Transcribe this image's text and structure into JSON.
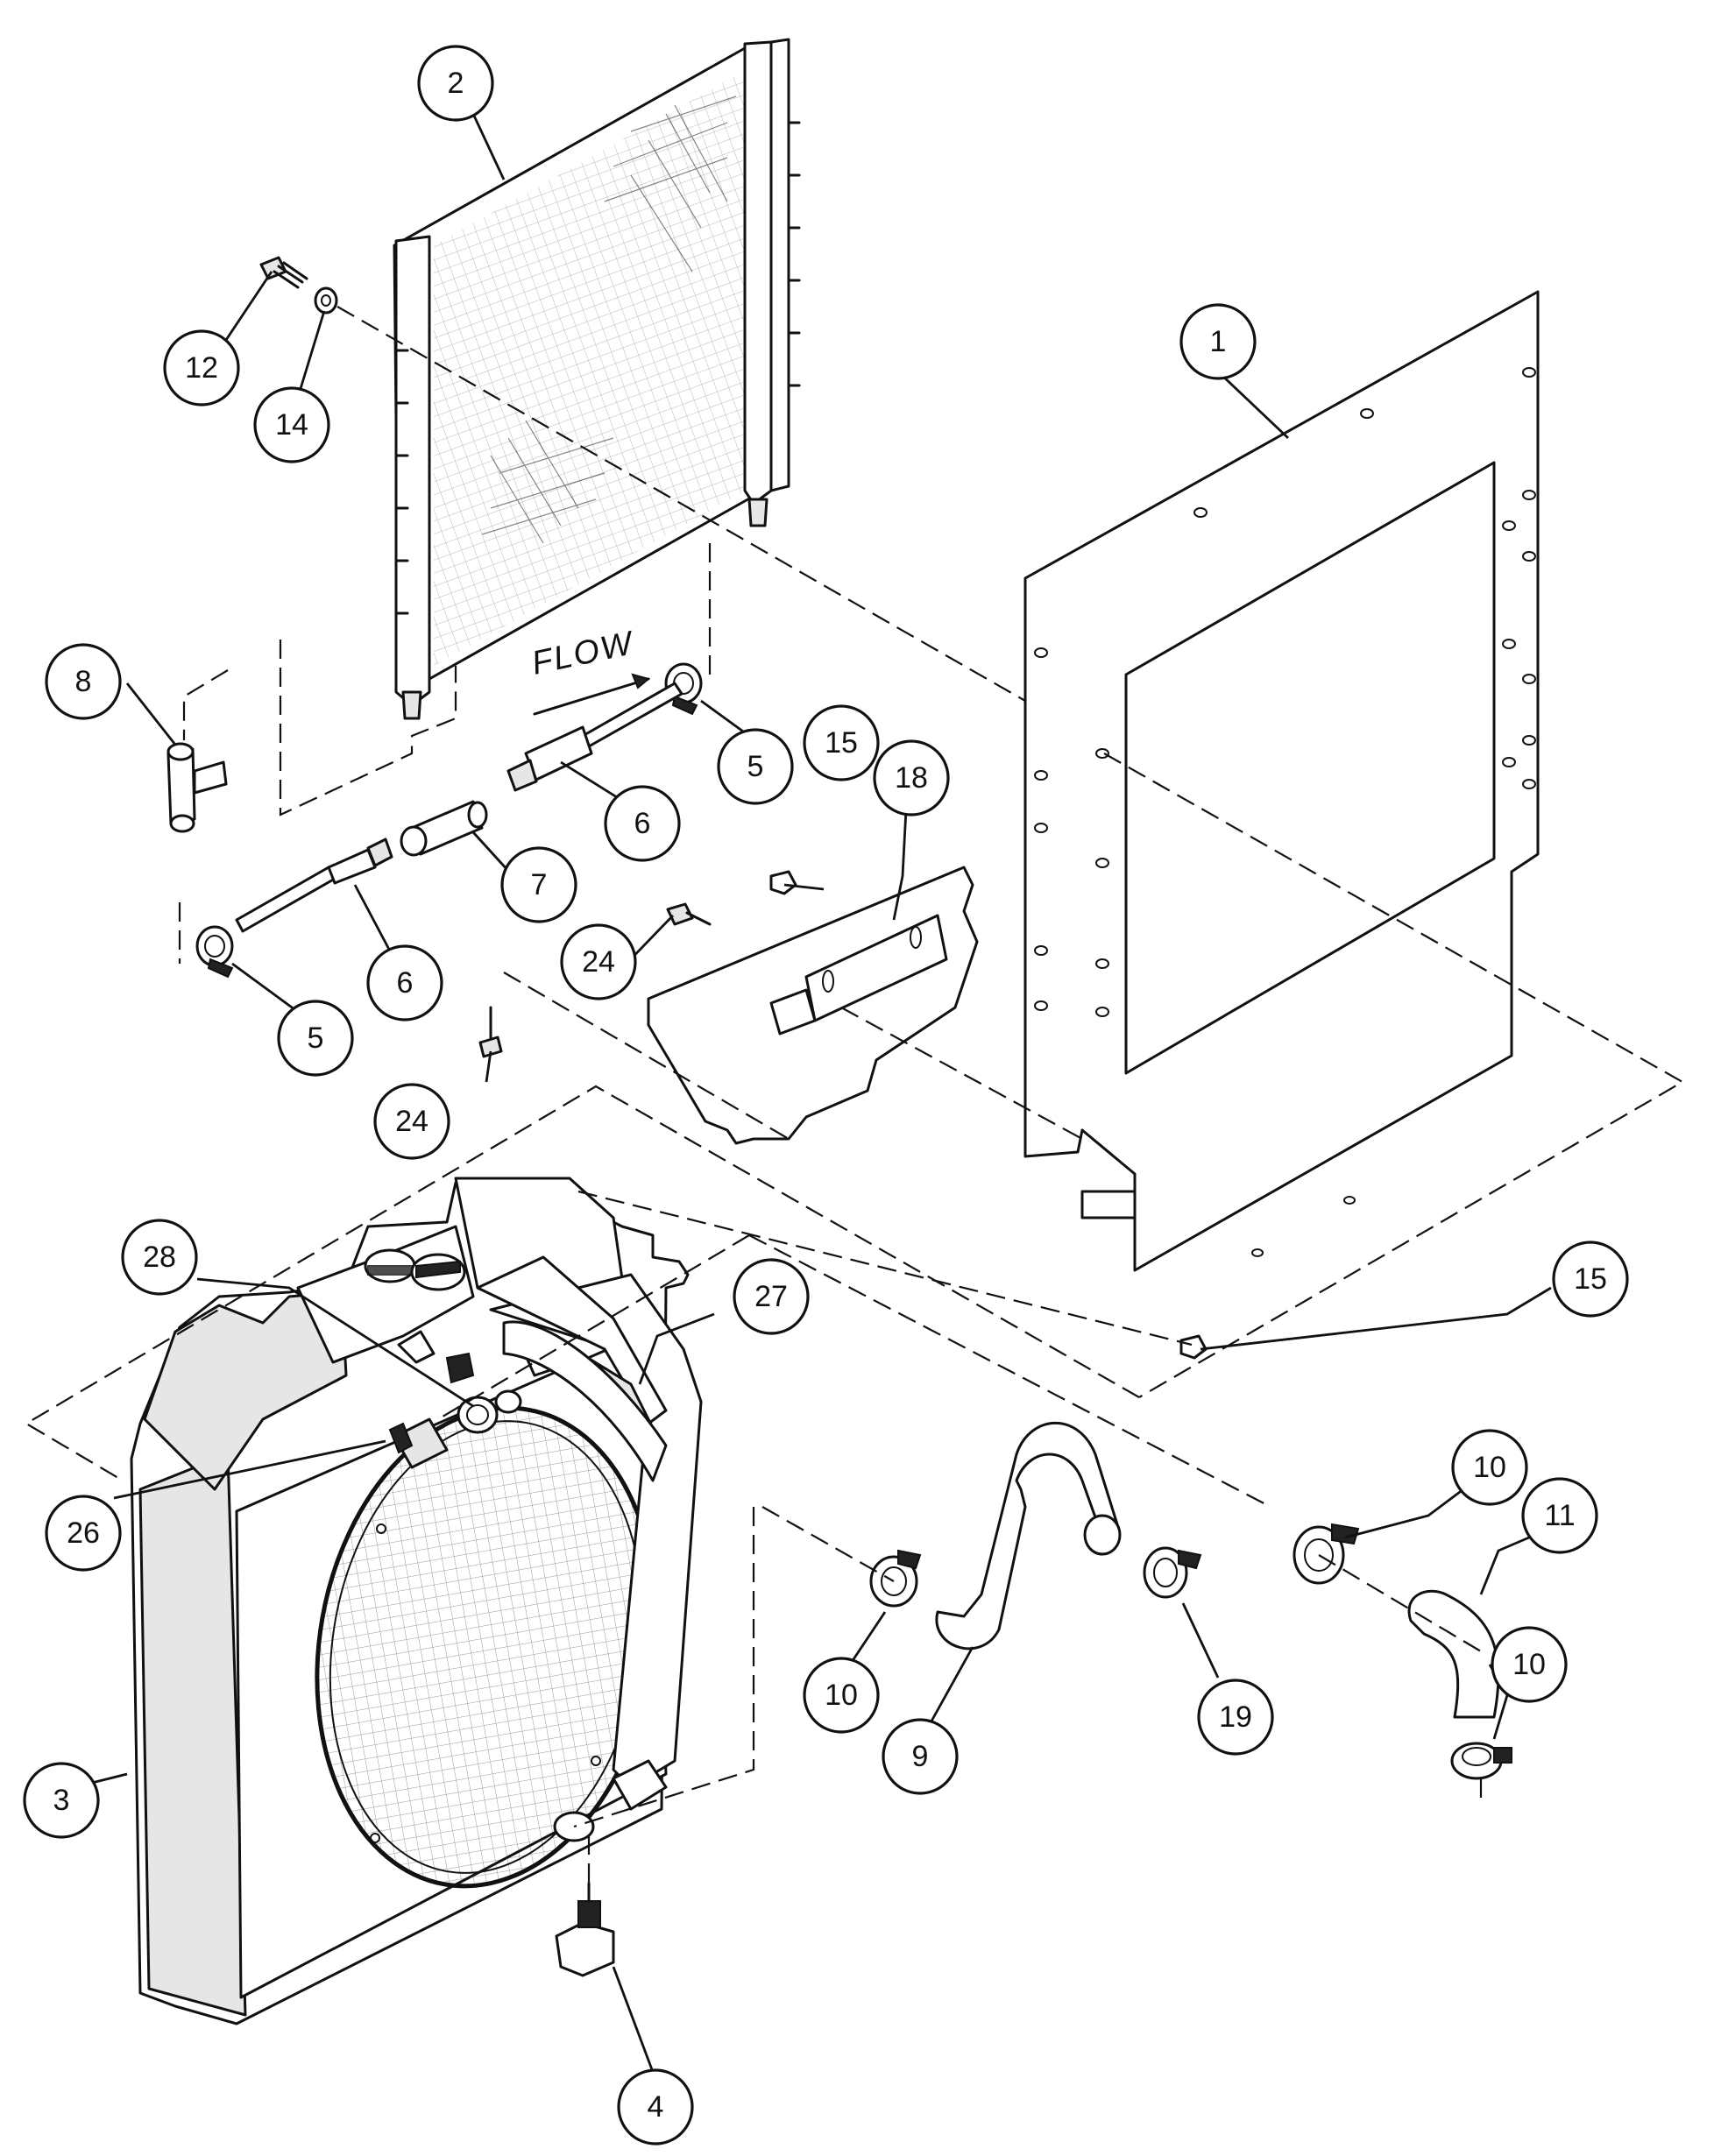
{
  "diagram": {
    "flow_label": "FLOW",
    "callouts": [
      {
        "id": "c1",
        "label": "1"
      },
      {
        "id": "c2",
        "label": "2"
      },
      {
        "id": "c3",
        "label": "3"
      },
      {
        "id": "c4",
        "label": "4"
      },
      {
        "id": "c5a",
        "label": "5"
      },
      {
        "id": "c5b",
        "label": "5"
      },
      {
        "id": "c6a",
        "label": "6"
      },
      {
        "id": "c6b",
        "label": "6"
      },
      {
        "id": "c7",
        "label": "7"
      },
      {
        "id": "c8",
        "label": "8"
      },
      {
        "id": "c9",
        "label": "9"
      },
      {
        "id": "c10a",
        "label": "10"
      },
      {
        "id": "c10b",
        "label": "10"
      },
      {
        "id": "c10c",
        "label": "10"
      },
      {
        "id": "c11",
        "label": "11"
      },
      {
        "id": "c12",
        "label": "12"
      },
      {
        "id": "c14",
        "label": "14"
      },
      {
        "id": "c15a",
        "label": "15"
      },
      {
        "id": "c15b",
        "label": "15"
      },
      {
        "id": "c18",
        "label": "18"
      },
      {
        "id": "c19",
        "label": "19"
      },
      {
        "id": "c24a",
        "label": "24"
      },
      {
        "id": "c24b",
        "label": "24"
      },
      {
        "id": "c26",
        "label": "26"
      },
      {
        "id": "c27",
        "label": "27"
      },
      {
        "id": "c28",
        "label": "28"
      }
    ]
  }
}
